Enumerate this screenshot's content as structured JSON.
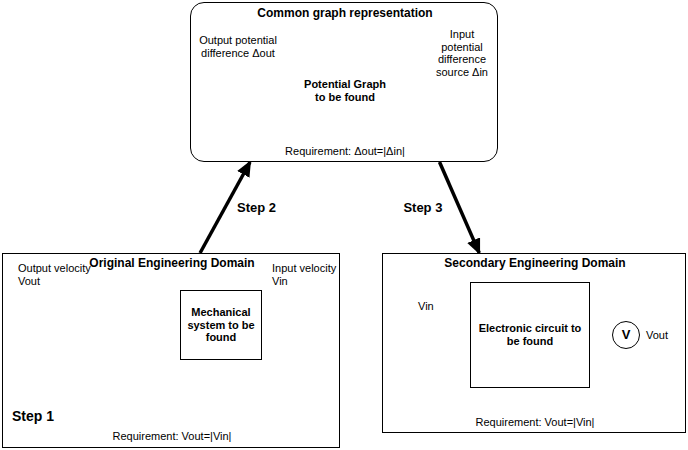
{
  "diagram": {
    "nodes": [
      {
        "text": [
          "Common graph representation",
          "Requirement: Δout=|Δin|"
        ]
      },
      {
        "text": [
          "Original Engineering Domain",
          "Requirement: Vout=|Vin|"
        ]
      },
      {
        "text": [
          "Mechanical system to be found"
        ],
        "in": 1
      },
      {
        "text": [
          "Secondary Engineering Domain",
          "Requirement: Vout=|Vin|"
        ]
      },
      {
        "text": [
          "Electronic circuit to be found"
        ],
        "in": 3
      },
      {
        "text": [
          "V"
        ],
        "in": 3
      }
    ],
    "edges": [
      {
        "from": 1,
        "to": 0,
        "arrow": "to",
        "label": "Step 2"
      },
      {
        "from": 0,
        "to": 3,
        "arrow": "to",
        "label": "Step 3"
      }
    ],
    "labels": [
      "Output potential difference Δout",
      "Potential Graph to be found",
      "Input potential difference source Δin",
      "Output velocity Vout",
      "Input velocity Vin",
      "Step 1",
      "Vin",
      "Vout"
    ]
  }
}
